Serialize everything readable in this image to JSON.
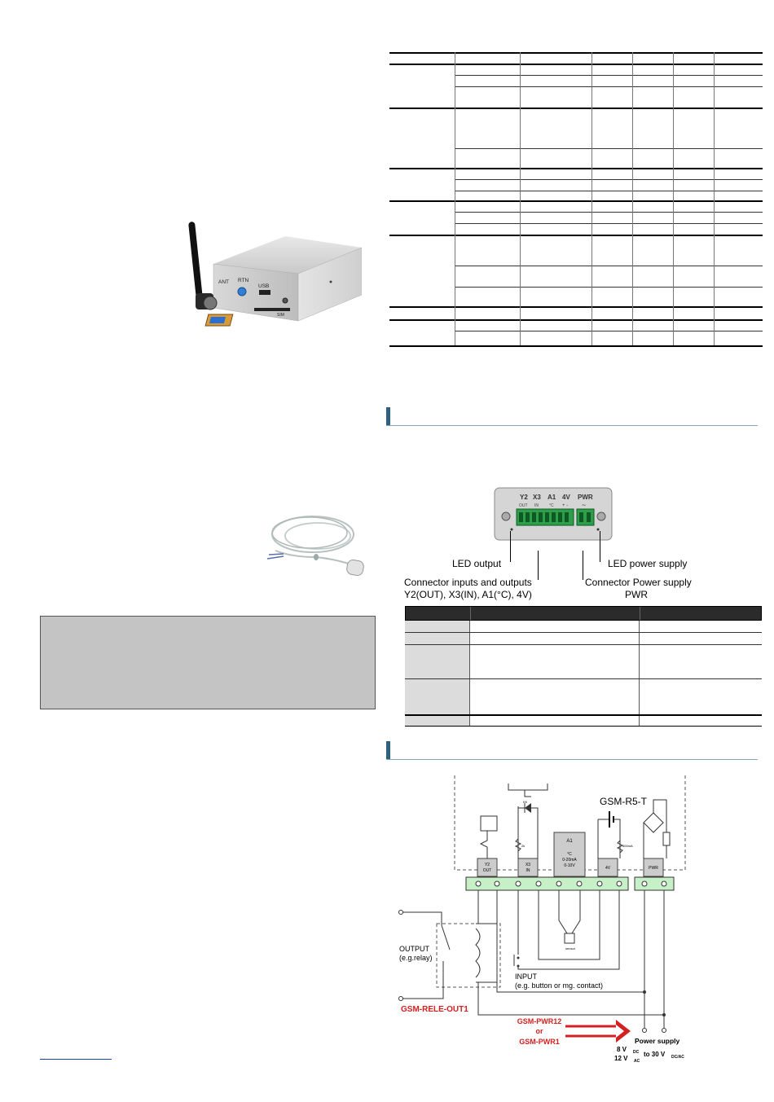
{
  "connector_labels": {
    "led_output": "LED output",
    "connector_io_line1": "Connector inputs and outputs",
    "connector_io_line2": "Y2(OUT), X3(IN), A1(°C), 4V)",
    "led_power": "LED power supply",
    "connector_pwr_line1": "Connector Power supply",
    "connector_pwr_line2": "PWR"
  },
  "device_photo_labels": {
    "ant": "ANT",
    "rtn": "RTN",
    "usb": "USB",
    "sim": "SIM"
  },
  "panel_labels": {
    "top": [
      "Y2",
      "X3",
      "A1",
      "4V",
      "PWR"
    ],
    "sub": [
      "OUT",
      "IN",
      "°C",
      "+  -",
      "~"
    ]
  },
  "wiring": {
    "model": "GSM-R5-T",
    "y2": [
      "Y2",
      "OUT"
    ],
    "x3": [
      "X3",
      "IN"
    ],
    "a1": [
      "A1",
      "°C",
      "0-20mA",
      "0-10V"
    ],
    "v4": "4V",
    "pwr": "PWR",
    "r1": "2k",
    "r2": "500mA",
    "sensor": "sensor",
    "output_line1": "OUTPUT",
    "output_line2": "(e.g.relay)",
    "input_line1": "INPUT",
    "input_line2": "(e.g. button or mg. contact)",
    "rele": "GSM-RELE-OUT1",
    "pwr12": "GSM-PWR12",
    "or": "or",
    "pwr1": "GSM-PWR1",
    "supply_title": "Power supply",
    "v8": "8 V",
    "v8_sub": "DC",
    "v12": "12 V",
    "v12_sub": "AC",
    "to30": "to 30 V",
    "to30_sub": "DC/AC"
  },
  "colors": {
    "section_bar": "#2e6080",
    "notice_bg": "#c4c4c4",
    "terminal_green": "#2f9e4a",
    "rail_green": "#c8f0c8",
    "accent_red": "#d42020"
  }
}
